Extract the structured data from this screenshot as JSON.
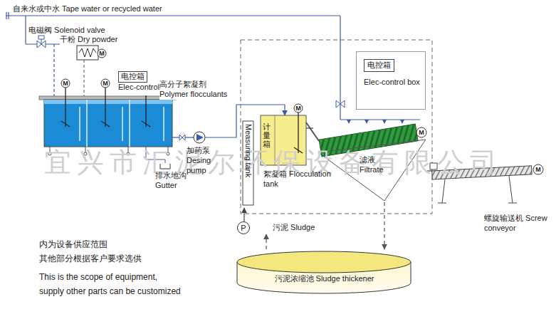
{
  "diagram": {
    "nodes": [
      {
        "text": [
          "干粉 Dry powder"
        ]
      },
      {
        "text": [
          "电控箱",
          "Elec-control box"
        ]
      },
      {
        "text": [
          "加药泵 Desing pump"
        ]
      },
      {
        "text": [
          "排水地沟 Gutter"
        ]
      },
      {
        "text": [
          "电控箱",
          "Elec-control box"
        ]
      },
      {
        "text": [
          "计量箱",
          "Measuring tank"
        ]
      },
      {
        "text": [
          "絮凝箱 Flocculation tank"
        ]
      },
      {
        "text": [
          "滤液 Filtrate"
        ]
      },
      {
        "text": [
          "螺旋输送机 Screw conveyor"
        ]
      },
      {
        "text": [
          "P",
          "污泥 Sludge"
        ]
      },
      {
        "text": [
          "污泥浓缩池 Sludge thickener"
        ]
      }
    ],
    "edges": [
      {
        "from": 2,
        "to": 6,
        "label": "高分子絮凝剂 Polymer flocculants",
        "arrow": "to"
      },
      {
        "from": 9,
        "to": 5,
        "arrow": "to"
      },
      {
        "from": 6,
        "to": 7,
        "arrow": "none"
      },
      {
        "from": 7,
        "to": 8,
        "arrow": "none"
      },
      {
        "from": 7,
        "to": 10,
        "arrow": "to"
      },
      {
        "from": 10,
        "to": 9,
        "arrow": "to"
      }
    ],
    "labels": [
      "自来水或中水 Tape water or recycled water",
      "电磁阀 Solenoid valve",
      "M",
      "M",
      "M",
      "M",
      "M",
      "M",
      "内为设备供应范围",
      "其他部分根据客户要求选供",
      "This is the scope of equipment,",
      "supply other parts can be customized",
      "宜兴市汇泥尔环保设备有限公司"
    ]
  }
}
